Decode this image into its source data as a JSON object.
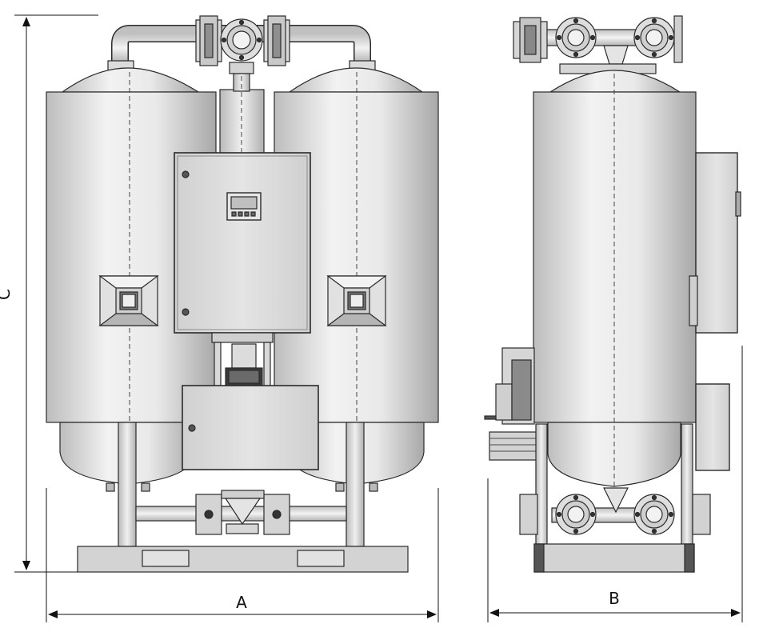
{
  "dimensions": {
    "width_label": "A",
    "depth_label": "B",
    "height_label": "C"
  },
  "colors": {
    "line": "#2a2a2a",
    "tank_light": "#e6e6e6",
    "tank_dark": "#a9a9a9",
    "panel": "#d6d6d6",
    "frame": "#c8c8c8",
    "centerline": "#444444"
  },
  "views": [
    "front-view",
    "side-view"
  ]
}
